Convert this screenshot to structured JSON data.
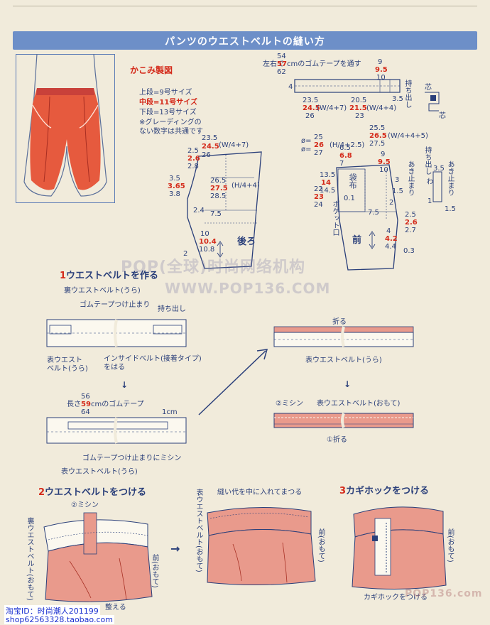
{
  "page": {
    "title": "パンツのウエストベルトの縫い方"
  },
  "pattern": {
    "heading": "かこみ製図",
    "size_top": "上段=9号サイズ",
    "size_mid": "中段=11号サイズ",
    "size_bot": "下段=13号サイズ",
    "note_1": "※グレーディングの",
    "note_2": "ない数字は共通です",
    "back_label": "後ろ",
    "front_label": "前",
    "pocket_label": "ポケット口",
    "bag_label": "袋布",
    "phi_1": "ø=",
    "phi_2": "ø=",
    "waist_1_a": "23.5",
    "waist_1_b": "24.5",
    "waist_1_c": "26",
    "waist_1_formula": "(W/4+7)",
    "h_formula_back": "(H/4+4)",
    "h_formula_front": "(H/4+2.5)",
    "back_dims": [
      "2.5",
      "2.6",
      "2.8",
      "3.5",
      "3.65",
      "3.8",
      "26.5",
      "27.5",
      "28.5",
      "2.4",
      "7.5",
      "10",
      "10.4",
      "10.8",
      "2"
    ],
    "front_dims": [
      "25",
      "26",
      "27",
      "13.5",
      "14",
      "14.5",
      "22",
      "23",
      "24",
      "6.5",
      "6.8",
      "7",
      "25.5",
      "26.5",
      "27.5",
      "9",
      "9.5",
      "10",
      "3",
      "2.5",
      "2.6",
      "2.7",
      "4",
      "4.2",
      "4.4",
      "0.3",
      "0.1",
      "7.5",
      "1.5",
      "2"
    ],
    "front_formula": "(W/4+4+5)",
    "front_top_formula": "(W/4+4)"
  },
  "belt_pattern": {
    "label_left": "左右で",
    "len_a": "54",
    "len_b": "57",
    "len_c": "62",
    "len_unit": "cmのゴムテープを通す",
    "len_9": "9",
    "len_95": "9.5",
    "len_10": "10",
    "dim_4": "4",
    "dim_35": "3.5",
    "w_a": "23.5",
    "w_b": "24.5",
    "w_c": "26",
    "w_formula": "(W/4+7)",
    "w2_a": "20.5",
    "w2_b": "21.5",
    "w2_c": "23",
    "w2_formula": "(W/4+4)",
    "mochidashi": "持ち出し",
    "shin": "芯",
    "shin2": "芯",
    "akidomari": "あき止まり",
    "akidomari_dim": "3.5",
    "wa": "わ",
    "mochidashi_2": "持ち出し",
    "dim_15": "1.5",
    "dim_1": "1"
  },
  "step1": {
    "num": "1",
    "title": "ウエストベルトを作る",
    "ura_belt": "裏ウエストベルト(うら)",
    "gomu_stop": "ゴムテープつけ止まり",
    "mochidashi": "持ち出し",
    "omote_belt_ura": "表ウエスト\nベルト(うら)",
    "inside_belt": "インサイドベルト(接着タイプ)\nをはる",
    "len_label": "長さ",
    "len_a": "56",
    "len_b": "59",
    "len_c": "64",
    "len_unit": "cmのゴムテープ",
    "dim_1cm": "1cm",
    "sew_label": "ゴムテープつけ止まりにミシン",
    "omote_belt_ura_2": "表ウエストベルト(うら)",
    "fold": "折る",
    "omote_belt_ura_3": "表ウエストベルト(うら)",
    "sewing_2": "②ミシン",
    "omote_belt_omote": "表ウエストベルト(おもて)",
    "fold_1": "①折る"
  },
  "step2": {
    "num": "2",
    "title": "ウエストベルトをつける",
    "sewing": "②ミシン",
    "ura_belt": "裏ウエストベルト(おもて)",
    "front": "前(おもて)",
    "seam_fix": "整える"
  },
  "step_mid": {
    "fold_in": "縫い代を中に入れてまつる",
    "omote_belt": "表ウエストベルト(おもて)",
    "front": "前(おもて)"
  },
  "step3": {
    "num": "3",
    "title": "カギホックをつける",
    "hook": "カギホックをつける",
    "front": "前(おもて)"
  },
  "watermark": {
    "line1": "POP(全球)时尚网络机构",
    "line2": "WWW.POP136.COM",
    "corner": "POP136.com"
  },
  "footer": {
    "line1": "淘宝ID：时尚潮人201199",
    "line2": "shop62563328.taobao.com"
  },
  "colors": {
    "ink": "#2a3f7a",
    "red": "#d42a1a",
    "banner": "#6d8fc8",
    "fabric": "#e99a8c",
    "paper": "#f1ebdb"
  }
}
